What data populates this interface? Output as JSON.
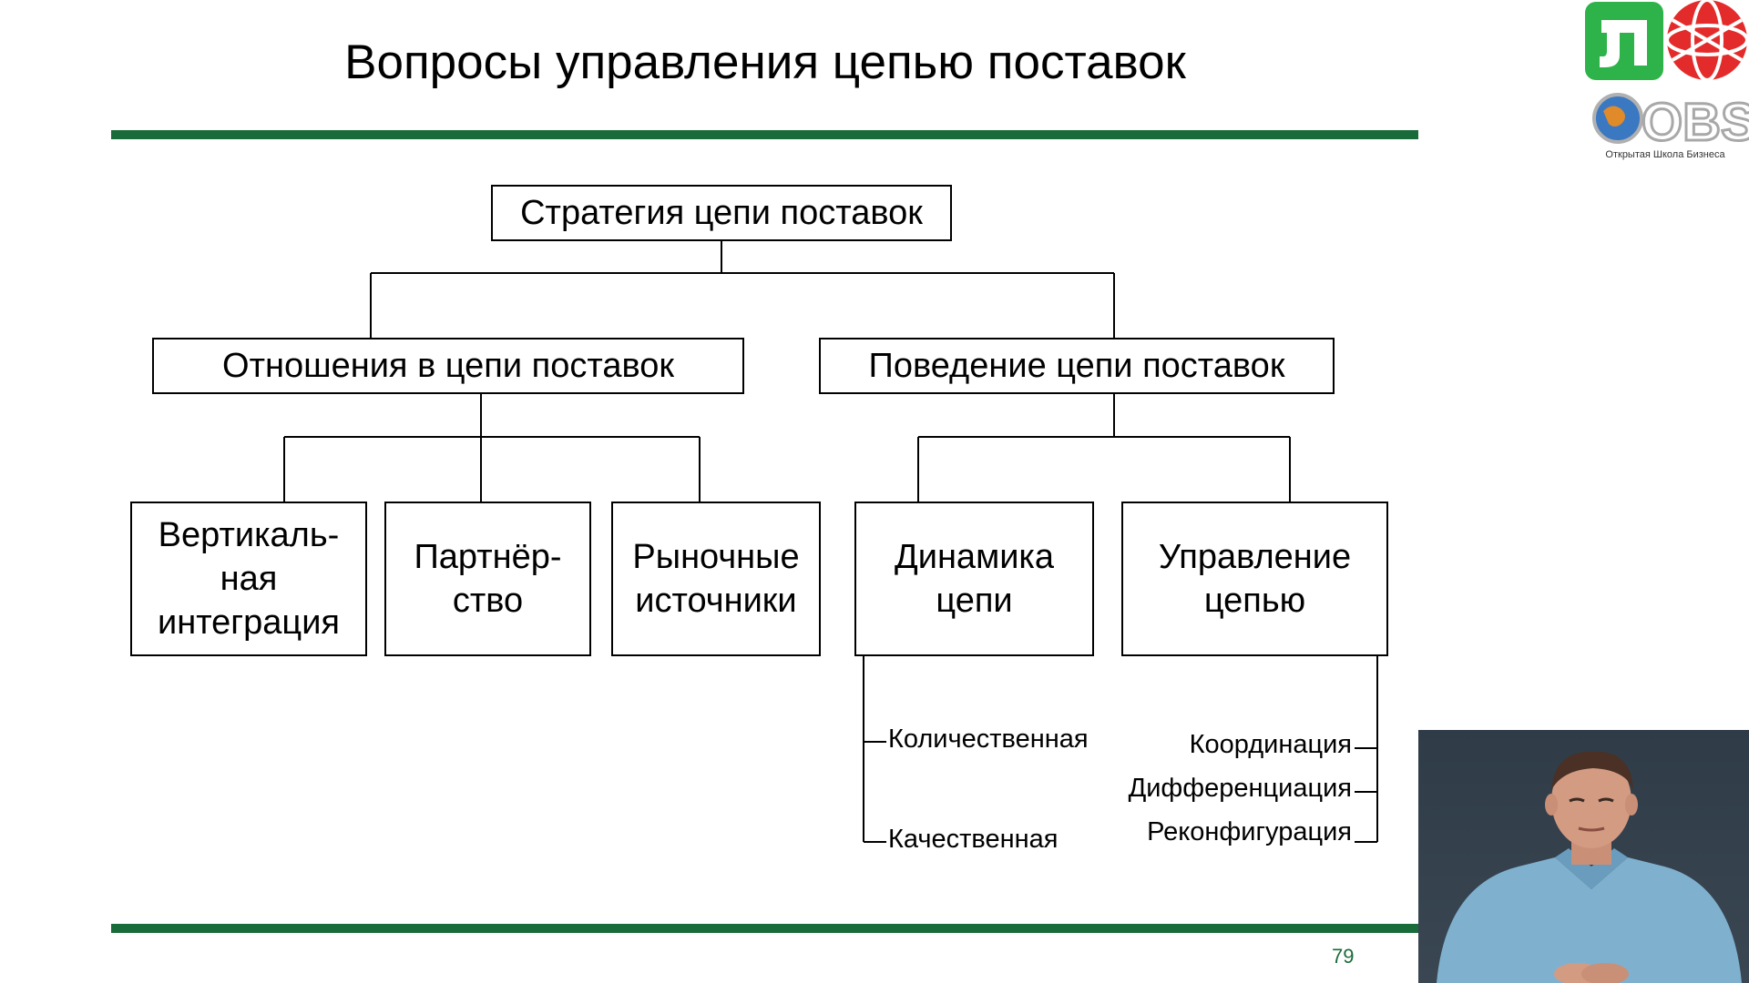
{
  "slide": {
    "title": "Вопросы управления цепью поставок",
    "page_number": "79"
  },
  "diagram": {
    "root": "Стратегия цепи поставок",
    "left_branch": "Отношения в цепи поставок",
    "right_branch": "Поведение цепи поставок",
    "left_children": [
      "Вертикаль-\nная\nинтеграция",
      "Партнёр-\nство",
      "Рыночные\nисточники"
    ],
    "right_children": [
      "Динамика\nцепи",
      "Управление\nцепью"
    ],
    "dynamics_items": [
      "Количественная",
      "Качественная"
    ],
    "management_items": [
      "Координация",
      "Дифференциация",
      "Реконфигурация"
    ]
  },
  "logo": {
    "brand_text": "OBS",
    "tagline": "Открытая Школа Бизнеса",
    "colors": {
      "green": "#2db34a",
      "red": "#e42b2b"
    }
  },
  "colors": {
    "accent_bar": "#1a6b3a"
  }
}
